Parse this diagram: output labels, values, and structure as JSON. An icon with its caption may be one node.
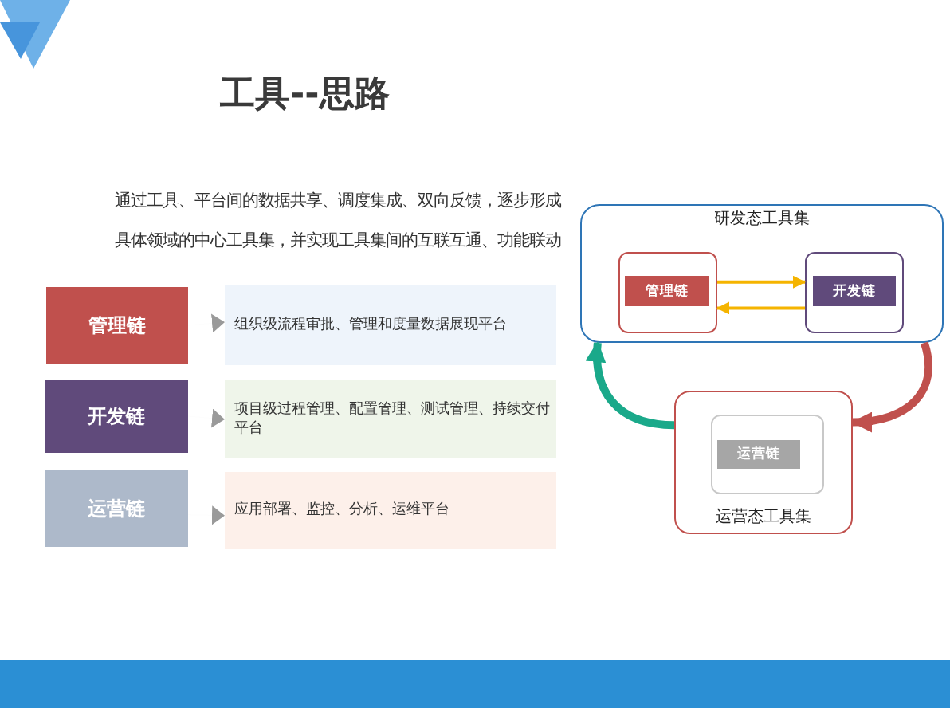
{
  "diagram": {
    "title": "工具--思路",
    "nodes": [
      {
        "text": [
          "管理链"
        ]
      },
      {
        "text": [
          "组织级流程审批、管理和度量数据展现平台"
        ]
      },
      {
        "text": [
          "开发链"
        ]
      },
      {
        "text": [
          "项目级过程管理、配置管理、测试管理、持续交付平台"
        ]
      },
      {
        "text": [
          "运营链"
        ]
      },
      {
        "text": [
          "应用部署、监控、分析、运维平台"
        ]
      },
      {
        "text": [
          "研发态工具集"
        ]
      },
      {
        "text": [],
        "shape": "box",
        "in": 6
      },
      {
        "text": [
          "管理链"
        ],
        "in": 7
      },
      {
        "text": [],
        "shape": "box",
        "in": 6
      },
      {
        "text": [
          "开发链"
        ],
        "in": 9
      },
      {
        "text": [
          "运营态工具集"
        ]
      },
      {
        "text": [],
        "shape": "box",
        "in": 11
      },
      {
        "text": [
          "运营链"
        ],
        "in": 12
      }
    ],
    "edges": [
      {
        "from": 0,
        "to": 1,
        "arrow": "to"
      },
      {
        "from": 2,
        "to": 3,
        "arrow": "to"
      },
      {
        "from": 4,
        "to": 5,
        "arrow": "to"
      },
      {
        "from": 7,
        "to": 9,
        "arrow": "to",
        "color": "#f5b400"
      },
      {
        "from": 9,
        "to": 7,
        "arrow": "to",
        "color": "#f5b400"
      },
      {
        "from": 6,
        "to": 11,
        "arrow": "to",
        "style": "thick",
        "color": "#c0504d"
      },
      {
        "from": 11,
        "to": 6,
        "arrow": "to",
        "style": "thick",
        "color": "#1aa98a"
      }
    ],
    "labels": [
      "通过工具、平台间的数据共享、调度集成、双向反馈，逐步形成具体领域的中心工具集，并实现工具集间的互联互通、功能联动"
    ]
  }
}
